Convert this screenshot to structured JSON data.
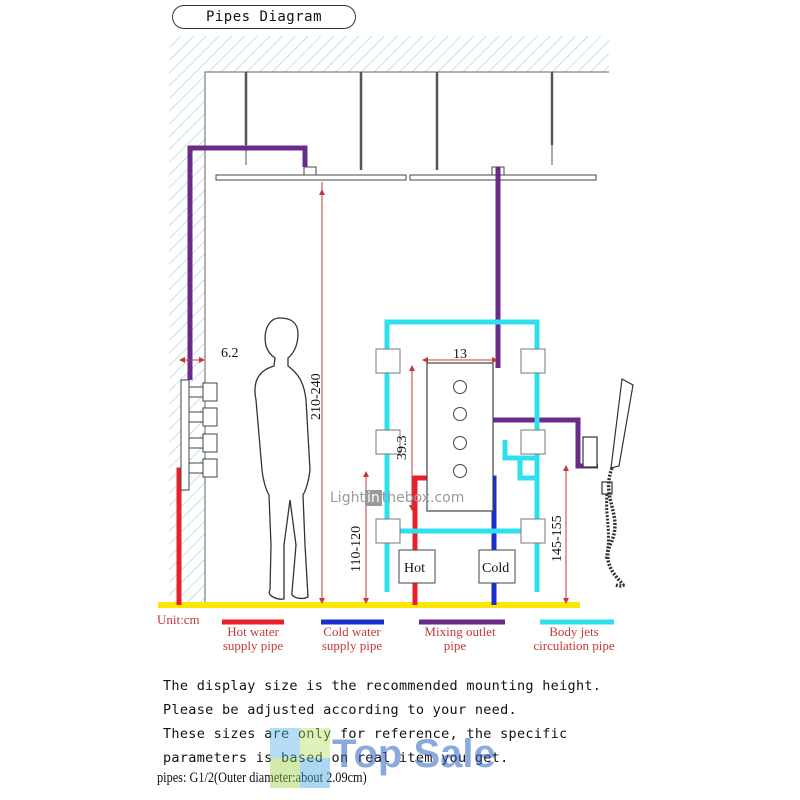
{
  "title": "Pipes Diagram",
  "dimensions": {
    "wall_offset": "6.2",
    "valve_width": "13",
    "valve_height": "39.3",
    "shower_height": "210-240",
    "valve_mount_height": "110-120",
    "bracket_height": "145-155"
  },
  "labels": {
    "unit": "Unit:cm",
    "hot": "Hot",
    "cold": "Cold",
    "brand_left": "Light",
    "brand_mid": "in",
    "brand_right": "thebox.com"
  },
  "legend": [
    {
      "line1": "Hot water",
      "line2": "supply pipe",
      "color": "#e8202a"
    },
    {
      "line1": "Cold water",
      "line2": "supply pipe",
      "color": "#1a2fd0"
    },
    {
      "line1": "Mixing outlet",
      "line2": "pipe",
      "color": "#6a2a8a"
    },
    {
      "line1": "Body jets",
      "line2": "circulation pipe",
      "color": "#2ee0ee"
    }
  ],
  "notes": [
    "The display size is the recommended mounting height.",
    "Please be adjusted according to your need.",
    "These sizes are only for reference, the specific",
    "parameters is based on real item you get."
  ],
  "pipes_note": "pipes: G1/2(Outer diameter:about 2.09cm)",
  "watermark": "Top Sale",
  "colors": {
    "hot": "#e8202a",
    "cold": "#1a2fd0",
    "mixing": "#6a2a8a",
    "circulation": "#2ee0ee",
    "floor": "#ffe600",
    "wall_hatch": "#9fd6dc",
    "dimension": "#c23a3a"
  }
}
